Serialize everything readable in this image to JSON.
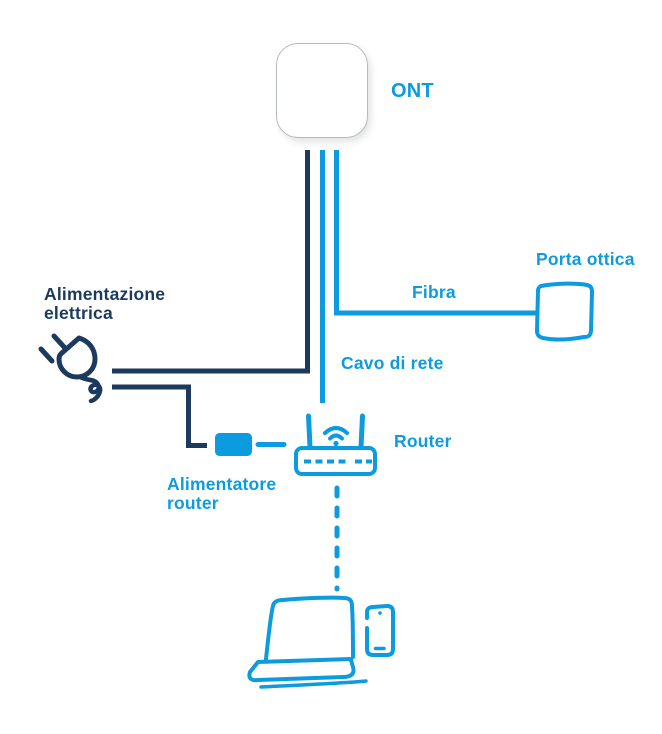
{
  "colors": {
    "blue": "#0d9be0",
    "navy": "#1b3a5e",
    "box_border": "#b7babd",
    "background": "#ffffff"
  },
  "labels": {
    "ont": "ONT",
    "porta_ottica": "Porta ottica",
    "fibra": "Fibra",
    "cavo_di_rete": "Cavo di rete",
    "alimentazione_elettrica": "Alimentazione\nelettrica",
    "alimentatore_router": "Alimentatore\nrouter",
    "router": "Router"
  },
  "diagram": {
    "type": "fiber-installation-network-diagram",
    "nodes": [
      {
        "id": "ont",
        "label": "ONT",
        "icon": "ont-device-box"
      },
      {
        "id": "porta-ottica",
        "label": "Porta ottica",
        "icon": "optical-wall-port"
      },
      {
        "id": "alimentazione-elettrica",
        "label": "Alimentazione elettrica",
        "icon": "power-plug"
      },
      {
        "id": "alimentatore-router",
        "label": "Alimentatore router",
        "icon": "power-adapter"
      },
      {
        "id": "router",
        "label": "Router",
        "icon": "wifi-router"
      },
      {
        "id": "devices",
        "label": "",
        "icon": "laptop-and-smartphone"
      }
    ],
    "connections": [
      {
        "from": "ont",
        "to": "alimentazione-elettrica",
        "label": "",
        "style": "solid",
        "color": "navy"
      },
      {
        "from": "ont",
        "to": "porta-ottica",
        "label": "Fibra",
        "style": "solid",
        "color": "blue"
      },
      {
        "from": "ont",
        "to": "router",
        "label": "Cavo di rete",
        "style": "solid",
        "color": "blue"
      },
      {
        "from": "alimentazione-elettrica",
        "to": "alimentatore-router",
        "label": "",
        "style": "solid",
        "color": "navy"
      },
      {
        "from": "alimentatore-router",
        "to": "router",
        "label": "",
        "style": "solid",
        "color": "blue"
      },
      {
        "from": "router",
        "to": "devices",
        "label": "",
        "style": "dashed",
        "color": "blue"
      }
    ]
  }
}
